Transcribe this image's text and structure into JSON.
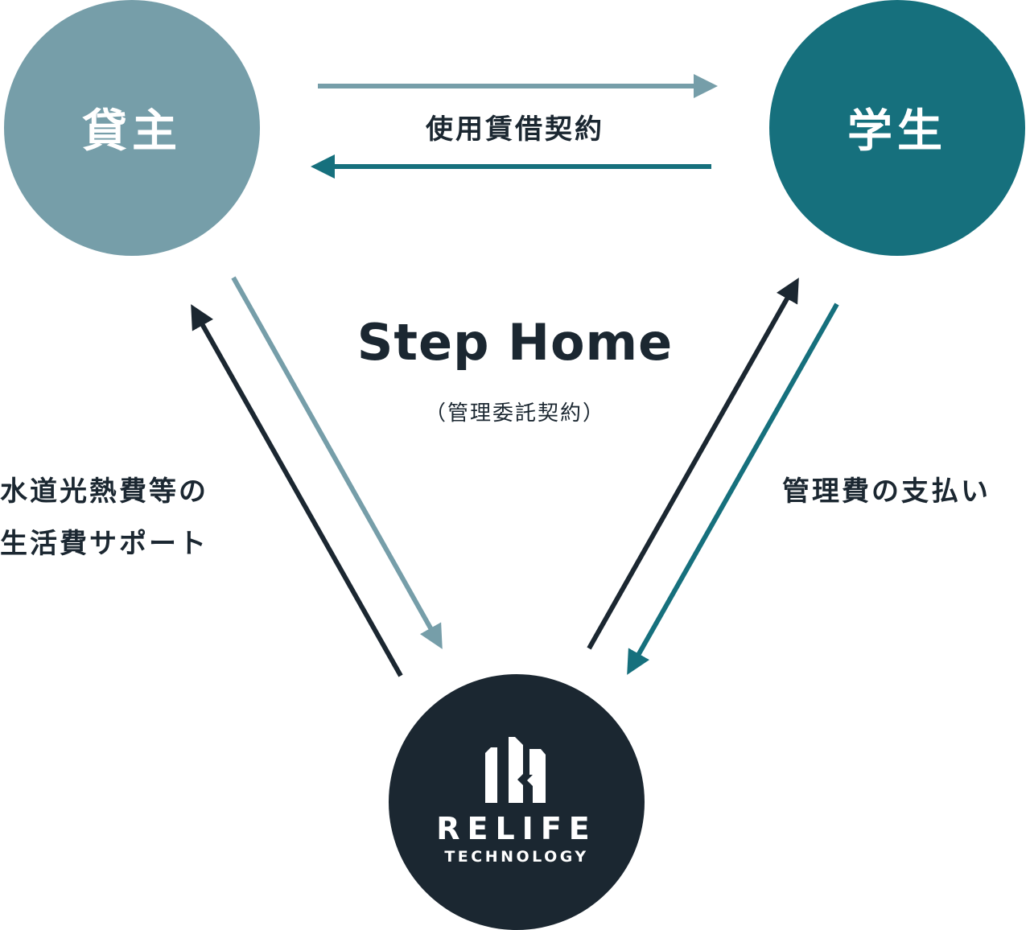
{
  "nodes": {
    "landlord": "貸主",
    "student": "学生",
    "company": {
      "logo_name": "RELIFE",
      "logo_sub": "TECHNOLOGY"
    }
  },
  "center": {
    "title": "Step Home",
    "subtitle": "（管理委託契約）"
  },
  "labels": {
    "lease": "使用賃借契約",
    "support_line1": "水道光熱費等の",
    "support_line2": "生活費サポート",
    "fee": "管理費の支払い"
  },
  "colors": {
    "light": "#769ea9",
    "teal": "#16707d",
    "dark": "#1b2731"
  }
}
